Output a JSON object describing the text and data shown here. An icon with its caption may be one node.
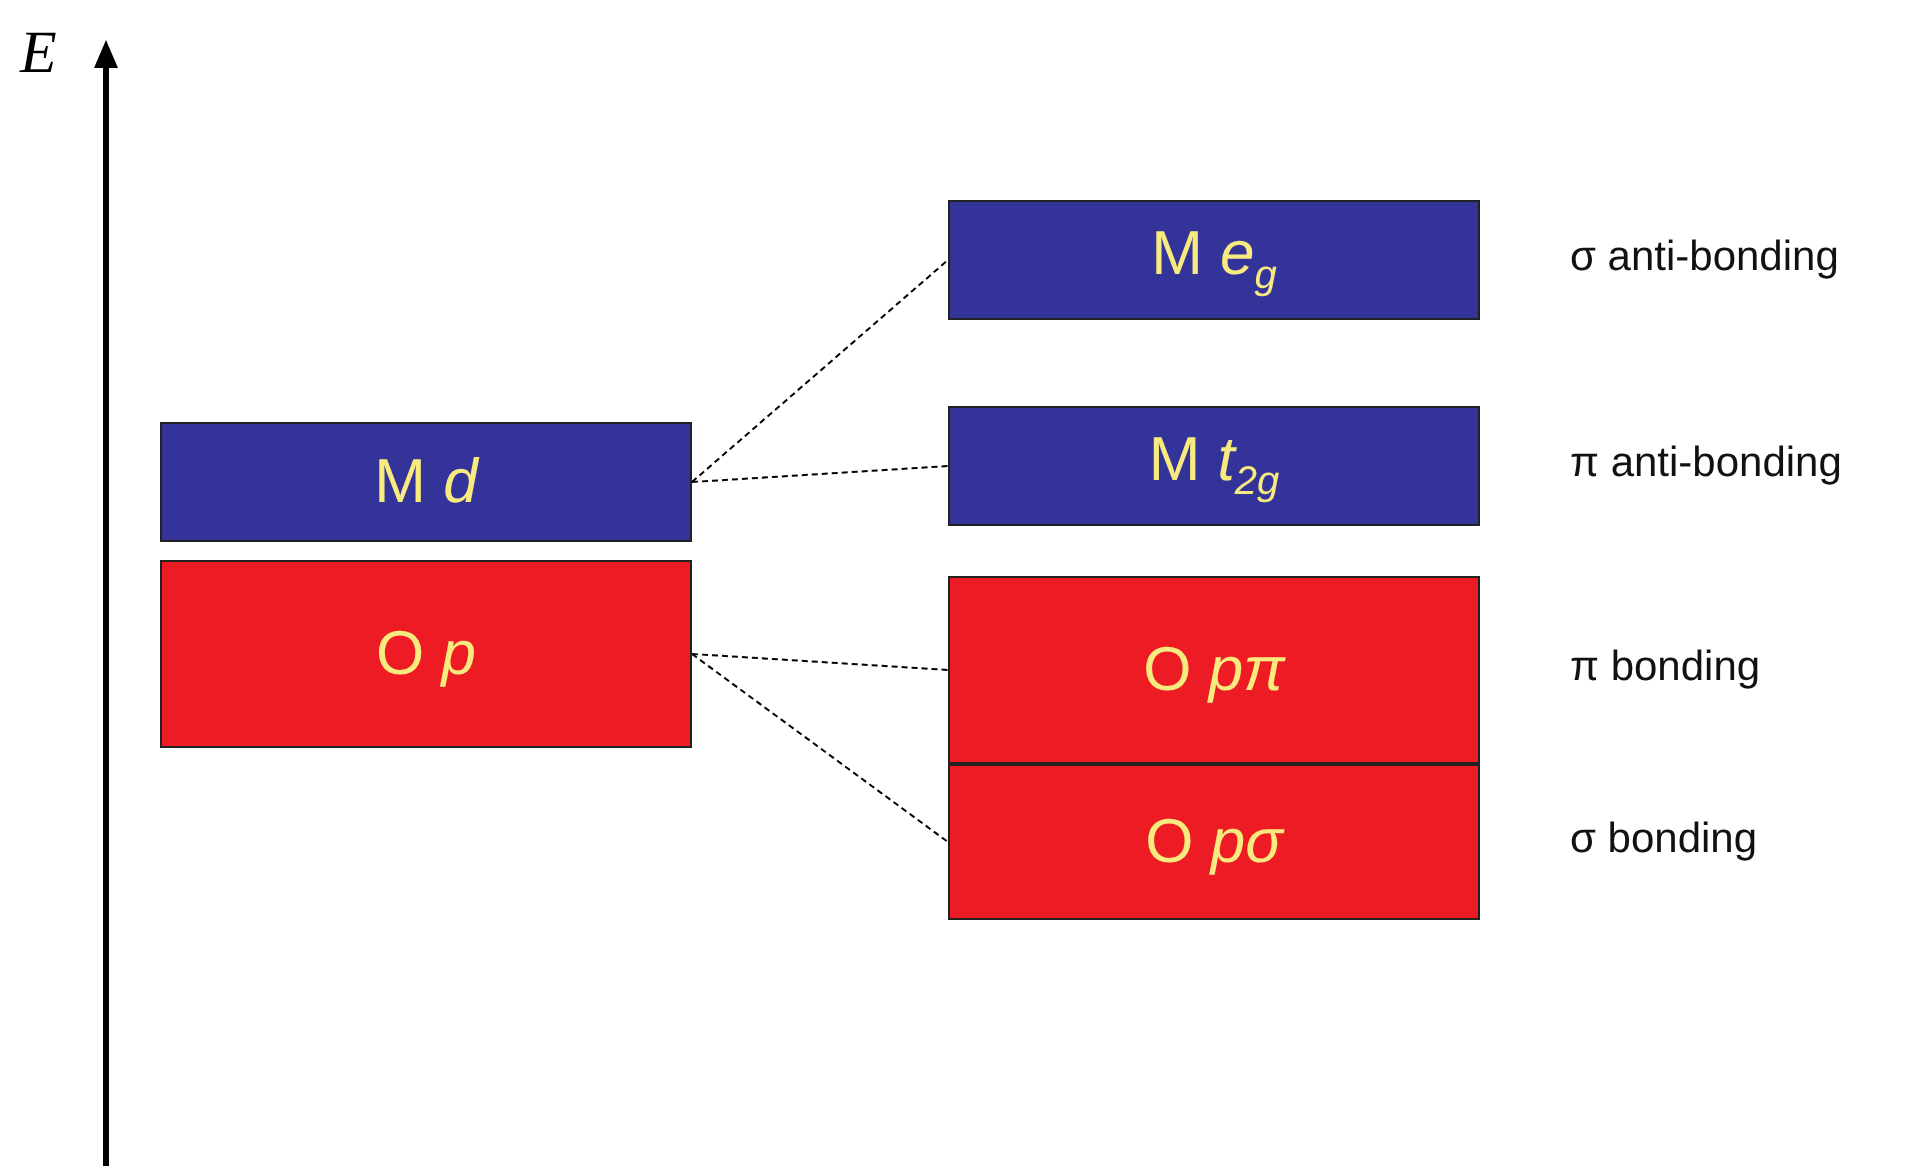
{
  "diagram": {
    "nodes": [
      {
        "text": [
          "M *d*"
        ]
      },
      {
        "text": [
          "O *p*"
        ]
      },
      {
        "text": [
          "M *e*$_{g}$"
        ],
        "beside": [
          "σ anti-bonding"
        ]
      },
      {
        "text": [
          "M *t*$_{2g}$"
        ],
        "beside": [
          "π anti-bonding"
        ]
      },
      {
        "text": [
          "O *pπ*"
        ],
        "beside": [
          "π bonding"
        ]
      },
      {
        "text": [
          "O *pσ*"
        ],
        "beside": [
          "σ bonding"
        ]
      }
    ],
    "edges": [
      {
        "from": 0,
        "to": 2,
        "arrow": "none",
        "style": "dashed"
      },
      {
        "from": 0,
        "to": 3,
        "arrow": "none",
        "style": "dashed"
      },
      {
        "from": 1,
        "to": 4,
        "arrow": "none",
        "style": "dashed"
      },
      {
        "from": 1,
        "to": 5,
        "arrow": "none",
        "style": "dashed"
      }
    ],
    "labels": [
      "E"
    ]
  }
}
